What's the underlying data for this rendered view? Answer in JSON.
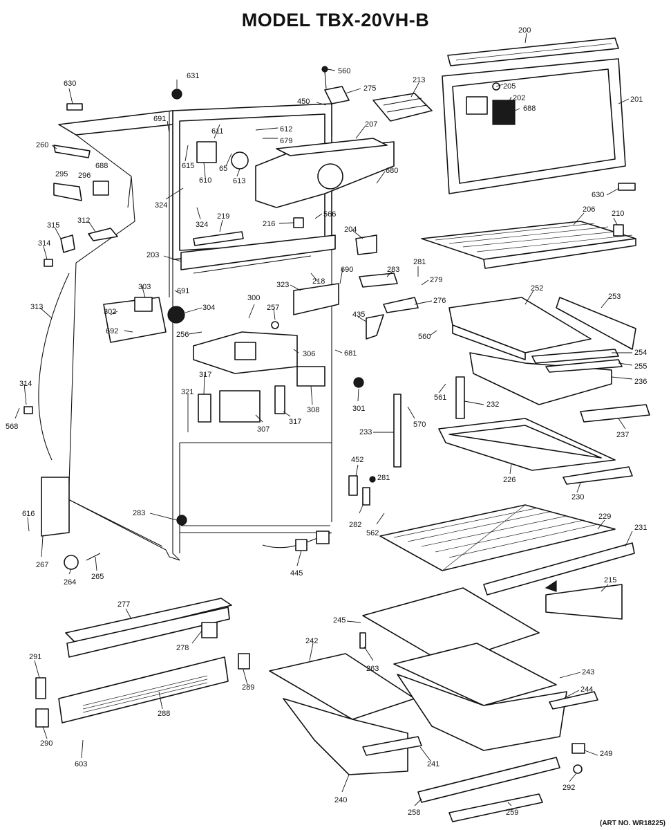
{
  "title": "MODEL TBX-20VH-B",
  "art_number": "(ART NO. WR18225)",
  "callouts": [
    "200",
    "201",
    "202",
    "205",
    "688",
    "630",
    "213",
    "275",
    "560",
    "450",
    "206",
    "210",
    "631",
    "630",
    "691",
    "611",
    "612",
    "679",
    "207",
    "260",
    "295",
    "296",
    "688",
    "615",
    "610",
    "65",
    "613",
    "680",
    "324",
    "324",
    "219",
    "216",
    "566",
    "204",
    "312",
    "315",
    "314",
    "203",
    "218",
    "283",
    "281",
    "279",
    "276",
    "690",
    "323",
    "435",
    "560",
    "252",
    "253",
    "254",
    "255",
    "236",
    "313",
    "691",
    "303",
    "302",
    "304",
    "300",
    "257",
    "692",
    "256",
    "306",
    "681",
    "561",
    "232",
    "237",
    "314",
    "568",
    "317",
    "321",
    "307",
    "317",
    "308",
    "301",
    "233",
    "570",
    "226",
    "230",
    "452",
    "281",
    "282",
    "562",
    "229",
    "231",
    "215",
    "616",
    "267",
    "283",
    "264",
    "265",
    "445",
    "277",
    "278",
    "245",
    "263",
    "242",
    "243",
    "244",
    "291",
    "289",
    "288",
    "290",
    "603",
    "241",
    "249",
    "240",
    "292",
    "258",
    "259"
  ]
}
